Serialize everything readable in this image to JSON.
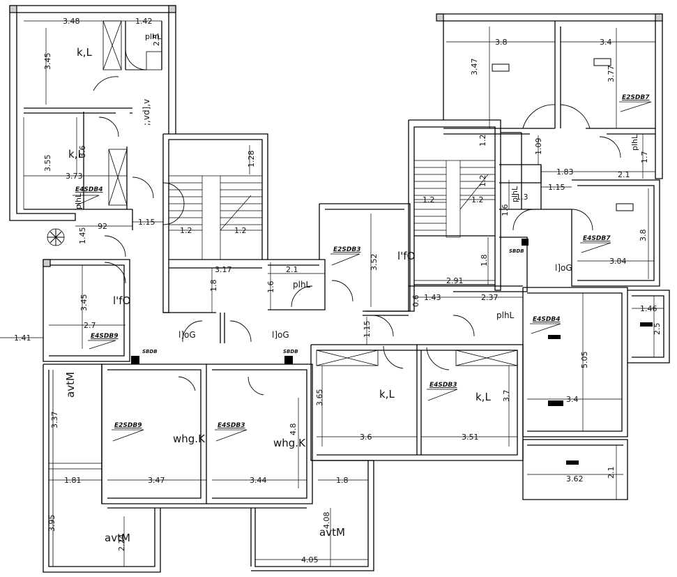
{
  "rooms": {
    "kitchen_1": "k,L",
    "kitchen_2": "k,L",
    "kitchen_3": "k,L",
    "kitchen_4": "k,L",
    "passage": ";,vd],v",
    "bath_1": "plhL",
    "bath_2": "plhL",
    "bath_3": "plhL",
    "bath_4": "plhL",
    "bath_5": "plhL",
    "bath_6": "plhL",
    "dining_1": "l'fO",
    "dining_2": "l'fO",
    "lobby_1": "l]oG",
    "lobby_2": "l]oG",
    "lobby_3": "l]oG",
    "hall_1": "whg.K",
    "hall_2": "whg.K",
    "balcony_1": "avtM",
    "balcony_2": "avtM",
    "balcony_3": "avtM"
  },
  "dims": {
    "d348": "3.48",
    "d142": "1.42",
    "d25a": "2.5",
    "d345a": "3.45",
    "d355": "3.55",
    "d36a": "3.6",
    "d373": "3.73",
    "d145": "1.45",
    "d92": "92",
    "d115a": "1.15",
    "d128": "1.28",
    "d12a": "1.2",
    "d12b": "1.2",
    "d317": "3.17",
    "d18a": "1.8",
    "d16a": "1.6",
    "d21a": "2.1",
    "d352": "3.52",
    "d345b": "3.45",
    "d27": "2.7",
    "d141": "1.41",
    "d115b": "1.15",
    "d38": "3.8",
    "d34a": "3.4",
    "d347a": "3.47",
    "d377": "3.77",
    "d17": "1.7",
    "d109": "1.09",
    "d12c": "1.2",
    "d12d": "1.2",
    "d12e": "1.2",
    "d12f": "1.2",
    "d16b": "1.6",
    "d183": "1.83",
    "d115c": "1.15",
    "d21b": "2.1",
    "d13": "1.3",
    "d38b": "3.8",
    "d304": "3.04",
    "d18b": "1.8",
    "d291": "2.91",
    "d143": "1.43",
    "d06": "0.6",
    "d237": "2.37",
    "d146": "1.46",
    "d25b": "2.5",
    "d505": "5.05",
    "d34b": "3.4",
    "d337": "3.37",
    "d365": "3.65",
    "d37": "3.7",
    "d48": "4.8",
    "d36b": "3.6",
    "d351": "3.51",
    "d181": "1.81",
    "d347b": "3.47",
    "d344": "3.44",
    "d18c": "1.8",
    "d362": "3.62",
    "d21c": "2.1",
    "d395": "3.95",
    "d224": "2.24",
    "d408": "4.08",
    "d405": "4.05"
  },
  "symbols": {
    "sd_1": "E4SDB4",
    "sd_2": "E2SDB3",
    "sd_3": "E4SDB9",
    "sd_4": "E2SDB9",
    "sd_5": "E4SDB3",
    "sd_6": "E4SDB3",
    "sd_7": "E2SDB7",
    "sd_8": "E4SDB7",
    "sd_9": "E4SDB4",
    "db_1": "SBDB",
    "db_2": "SBDB",
    "db_3": "SBDB"
  }
}
